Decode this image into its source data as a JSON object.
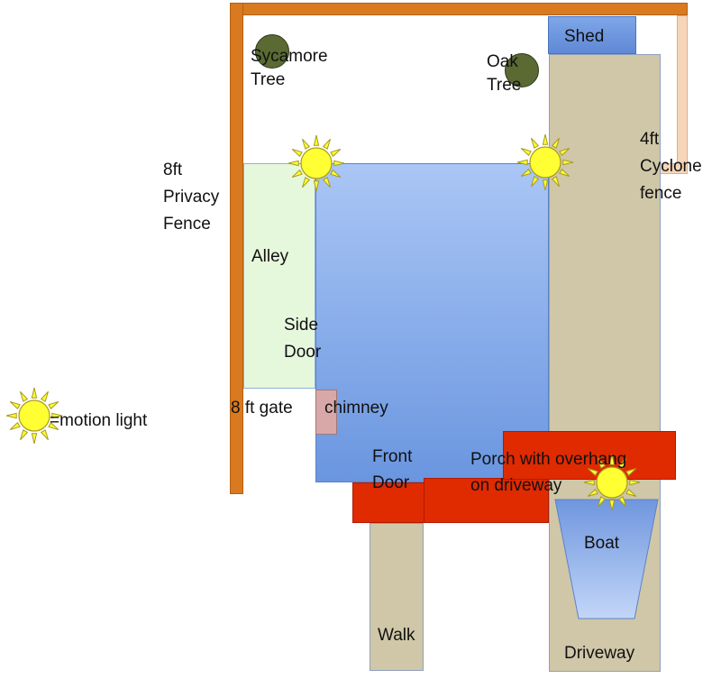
{
  "labels": {
    "sycamore": "Sycamore\nTree",
    "oak": "Oak\nTree",
    "shed": "Shed",
    "cyclone": "4ft\nCyclone\nfence",
    "privacy": "8ft\nPrivacy\nFence",
    "alley": "Alley",
    "side_door": "Side\nDoor",
    "gate": "8 ft gate",
    "chimney": "chimney",
    "front_door": "Front\nDoor",
    "porch": "Porch with overhang\non driveway",
    "boat": "Boat",
    "walk": "Walk",
    "driveway": "Driveway",
    "legend": "=motion light"
  },
  "colors": {
    "house": "#7fa6e8",
    "alley": "#e6f8dc",
    "fence": "#d97a20",
    "cyclone": "#f5d6b8",
    "driveway": "#cfc7a8",
    "porch": "#e02a00",
    "tree": "#5a6a32",
    "chimney": "#d8a8a8",
    "shed": "#6f96de",
    "sun": "#ffff33"
  }
}
